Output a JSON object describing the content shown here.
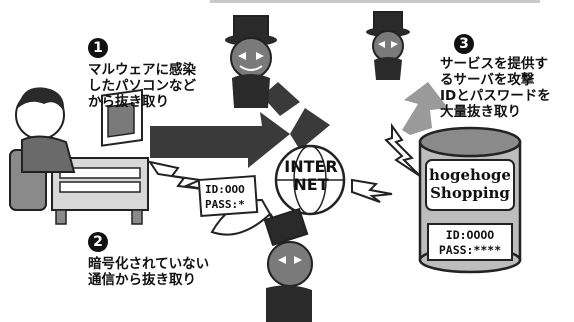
{
  "steps": [
    {
      "number": "1",
      "lines": [
        "マルウェアに感染",
        "したパソコンなど",
        "から抜き取り"
      ]
    },
    {
      "number": "2",
      "lines": [
        "暗号化されていない",
        "通信から抜き取り"
      ]
    },
    {
      "number": "3",
      "lines": [
        "サービスを提供す",
        "るサーバを攻撃",
        "IDとパスワードを",
        "大量抜き取り"
      ]
    }
  ],
  "internet_label": [
    "INTER",
    "NET"
  ],
  "server": {
    "name_line1": "hogehoge",
    "name_line2": "Shopping",
    "id_line": "ID:OOOO",
    "pass_line": "PASS:****"
  },
  "intercepted_card": {
    "id_line": "ID:OOO",
    "pass_line": "PASS:*"
  },
  "colors": {
    "ink": "#111111",
    "gray_dark": "#3a3a3a",
    "gray_mid": "#8a8a8a",
    "gray_light": "#d8d8d8",
    "paper": "#ffffff"
  }
}
